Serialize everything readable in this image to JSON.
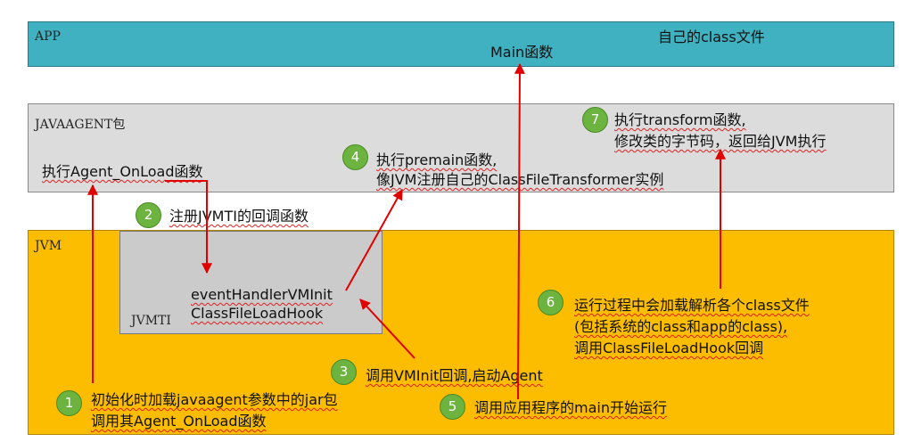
{
  "layers": {
    "app": "APP",
    "javaagent": "JAVAAGENT包",
    "jvm": "JVM",
    "jvmti": "JVMTI"
  },
  "labels": {
    "main_func": "Main函数",
    "own_class": "自己的class文件",
    "agent_onload": "执行Agent_OnLoad函数",
    "vm_init_handler": "eventHandlerVMInit",
    "class_file_load_hook": "ClassFileLoadHook"
  },
  "steps": [
    {
      "num": "1",
      "lines": [
        "初始化时加载javaagent参数中的jar包",
        "调用其Agent_OnLoad函数"
      ]
    },
    {
      "num": "2",
      "lines": [
        "注册JVMTI的回调函数"
      ]
    },
    {
      "num": "3",
      "lines": [
        "调用VMInit回调,启动Agent"
      ]
    },
    {
      "num": "4",
      "lines": [
        "执行premain函数,",
        "像JVM注册自己的ClassFileTransformer实例"
      ]
    },
    {
      "num": "5",
      "lines": [
        "调用应用程序的main开始运行"
      ]
    },
    {
      "num": "6",
      "lines": [
        "运行过程中会加载解析各个class文件",
        "(包括系统的class和app的class),",
        "调用ClassFileLoadHook回调"
      ]
    },
    {
      "num": "7",
      "lines": [
        "执行transform函数,",
        "修改类的字节码，返回给JVM执行"
      ]
    }
  ],
  "colors": {
    "app": "#3fb1c0",
    "javaagent": "#dcdcdc",
    "jvm": "#fcbd00",
    "jvmti": "#cbcbcb",
    "badge": "#6cb33f",
    "arrow": "#e00000"
  }
}
